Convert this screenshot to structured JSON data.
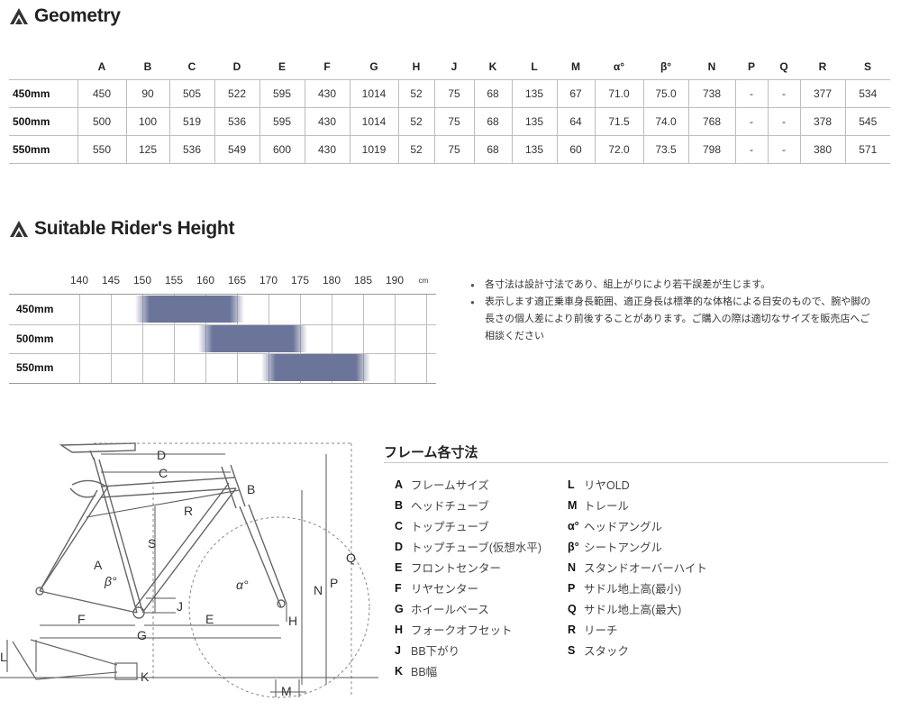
{
  "geometry": {
    "title": "Geometry",
    "columns": [
      "A",
      "B",
      "C",
      "D",
      "E",
      "F",
      "G",
      "H",
      "J",
      "K",
      "L",
      "M",
      "α°",
      "β°",
      "N",
      "P",
      "Q",
      "R",
      "S"
    ],
    "rows": [
      {
        "size": "450mm",
        "values": [
          "450",
          "90",
          "505",
          "522",
          "595",
          "430",
          "1014",
          "52",
          "75",
          "68",
          "135",
          "67",
          "71.0",
          "75.0",
          "738",
          "-",
          "-",
          "377",
          "534"
        ]
      },
      {
        "size": "500mm",
        "values": [
          "500",
          "100",
          "519",
          "536",
          "595",
          "430",
          "1014",
          "52",
          "75",
          "68",
          "135",
          "64",
          "71.5",
          "74.0",
          "768",
          "-",
          "-",
          "378",
          "545"
        ]
      },
      {
        "size": "550mm",
        "values": [
          "550",
          "125",
          "536",
          "549",
          "600",
          "430",
          "1019",
          "52",
          "75",
          "68",
          "135",
          "60",
          "72.0",
          "73.5",
          "798",
          "-",
          "-",
          "380",
          "571"
        ]
      }
    ]
  },
  "rider_height": {
    "title": "Suitable Rider's Height",
    "scale": [
      "140",
      "145",
      "150",
      "155",
      "160",
      "165",
      "170",
      "175",
      "180",
      "185",
      "190"
    ],
    "unit": "cm",
    "rows": [
      {
        "size": "450mm",
        "from": 150,
        "to": 165
      },
      {
        "size": "500mm",
        "from": 160,
        "to": 175
      },
      {
        "size": "550mm",
        "from": 170,
        "to": 185
      }
    ],
    "bar_color": "#6b7499",
    "notes": [
      "各寸法は設計寸法であり、組上がりにより若干誤差が生じます。",
      "表示します適正乗車身長範囲、適正身長は標準的な体格による目安のもので、腕や脚の長さの個人差により前後することがあります。ご購入の際は適切なサイズを販売店へご相談ください"
    ]
  },
  "legend": {
    "title": "フレーム各寸法",
    "left": [
      {
        "key": "A",
        "label": "フレームサイズ"
      },
      {
        "key": "B",
        "label": "ヘッドチューブ"
      },
      {
        "key": "C",
        "label": "トップチューブ"
      },
      {
        "key": "D",
        "label": "トップチューブ(仮想水平)"
      },
      {
        "key": "E",
        "label": "フロントセンター"
      },
      {
        "key": "F",
        "label": "リヤセンター"
      },
      {
        "key": "G",
        "label": "ホイールベース"
      },
      {
        "key": "H",
        "label": "フォークオフセット"
      },
      {
        "key": "J",
        "label": "BB下がり"
      },
      {
        "key": "K",
        "label": "BB幅"
      }
    ],
    "right": [
      {
        "key": "L",
        "label": "リヤOLD"
      },
      {
        "key": "M",
        "label": "トレール"
      },
      {
        "key": "α°",
        "label": "ヘッドアングル"
      },
      {
        "key": "β°",
        "label": "シートアングル"
      },
      {
        "key": "N",
        "label": "スタンドオーバーハイト"
      },
      {
        "key": "P",
        "label": "サドル地上高(最小)"
      },
      {
        "key": "Q",
        "label": "サドル地上高(最大)"
      },
      {
        "key": "R",
        "label": "リーチ"
      },
      {
        "key": "S",
        "label": "スタック"
      }
    ]
  },
  "diagram": {
    "labels": [
      "D",
      "C",
      "B",
      "R",
      "S",
      "A",
      "β°",
      "α°",
      "N",
      "P",
      "Q",
      "J",
      "F",
      "E",
      "H",
      "G",
      "L",
      "K",
      "M"
    ]
  }
}
